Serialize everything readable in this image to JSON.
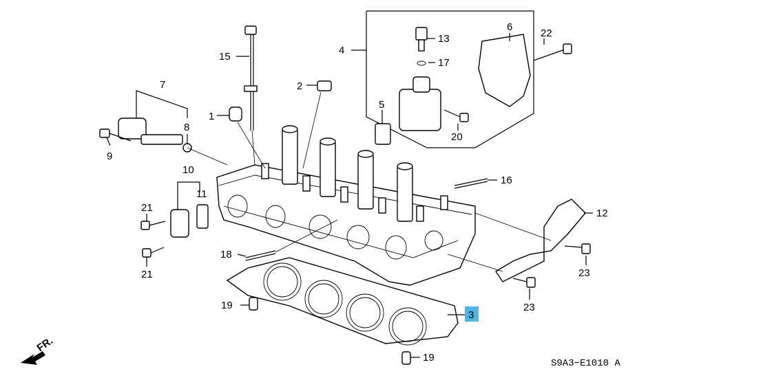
{
  "callouts": {
    "c1": "1",
    "c2": "2",
    "c3": "3",
    "c4": "4",
    "c5": "5",
    "c6": "6",
    "c7": "7",
    "c8": "8",
    "c9": "9",
    "c10": "10",
    "c11": "11",
    "c12": "12",
    "c13": "13",
    "c15": "15",
    "c16": "16",
    "c17": "17",
    "c18": "18",
    "c19a": "19",
    "c19b": "19",
    "c20": "20",
    "c21a": "21",
    "c21b": "21",
    "c22": "22",
    "c23a": "23",
    "c23b": "23"
  },
  "front_indicator": "FR.",
  "diagram_code": "S9A3−E1010 A",
  "highlight_color": "#4fb6e3"
}
